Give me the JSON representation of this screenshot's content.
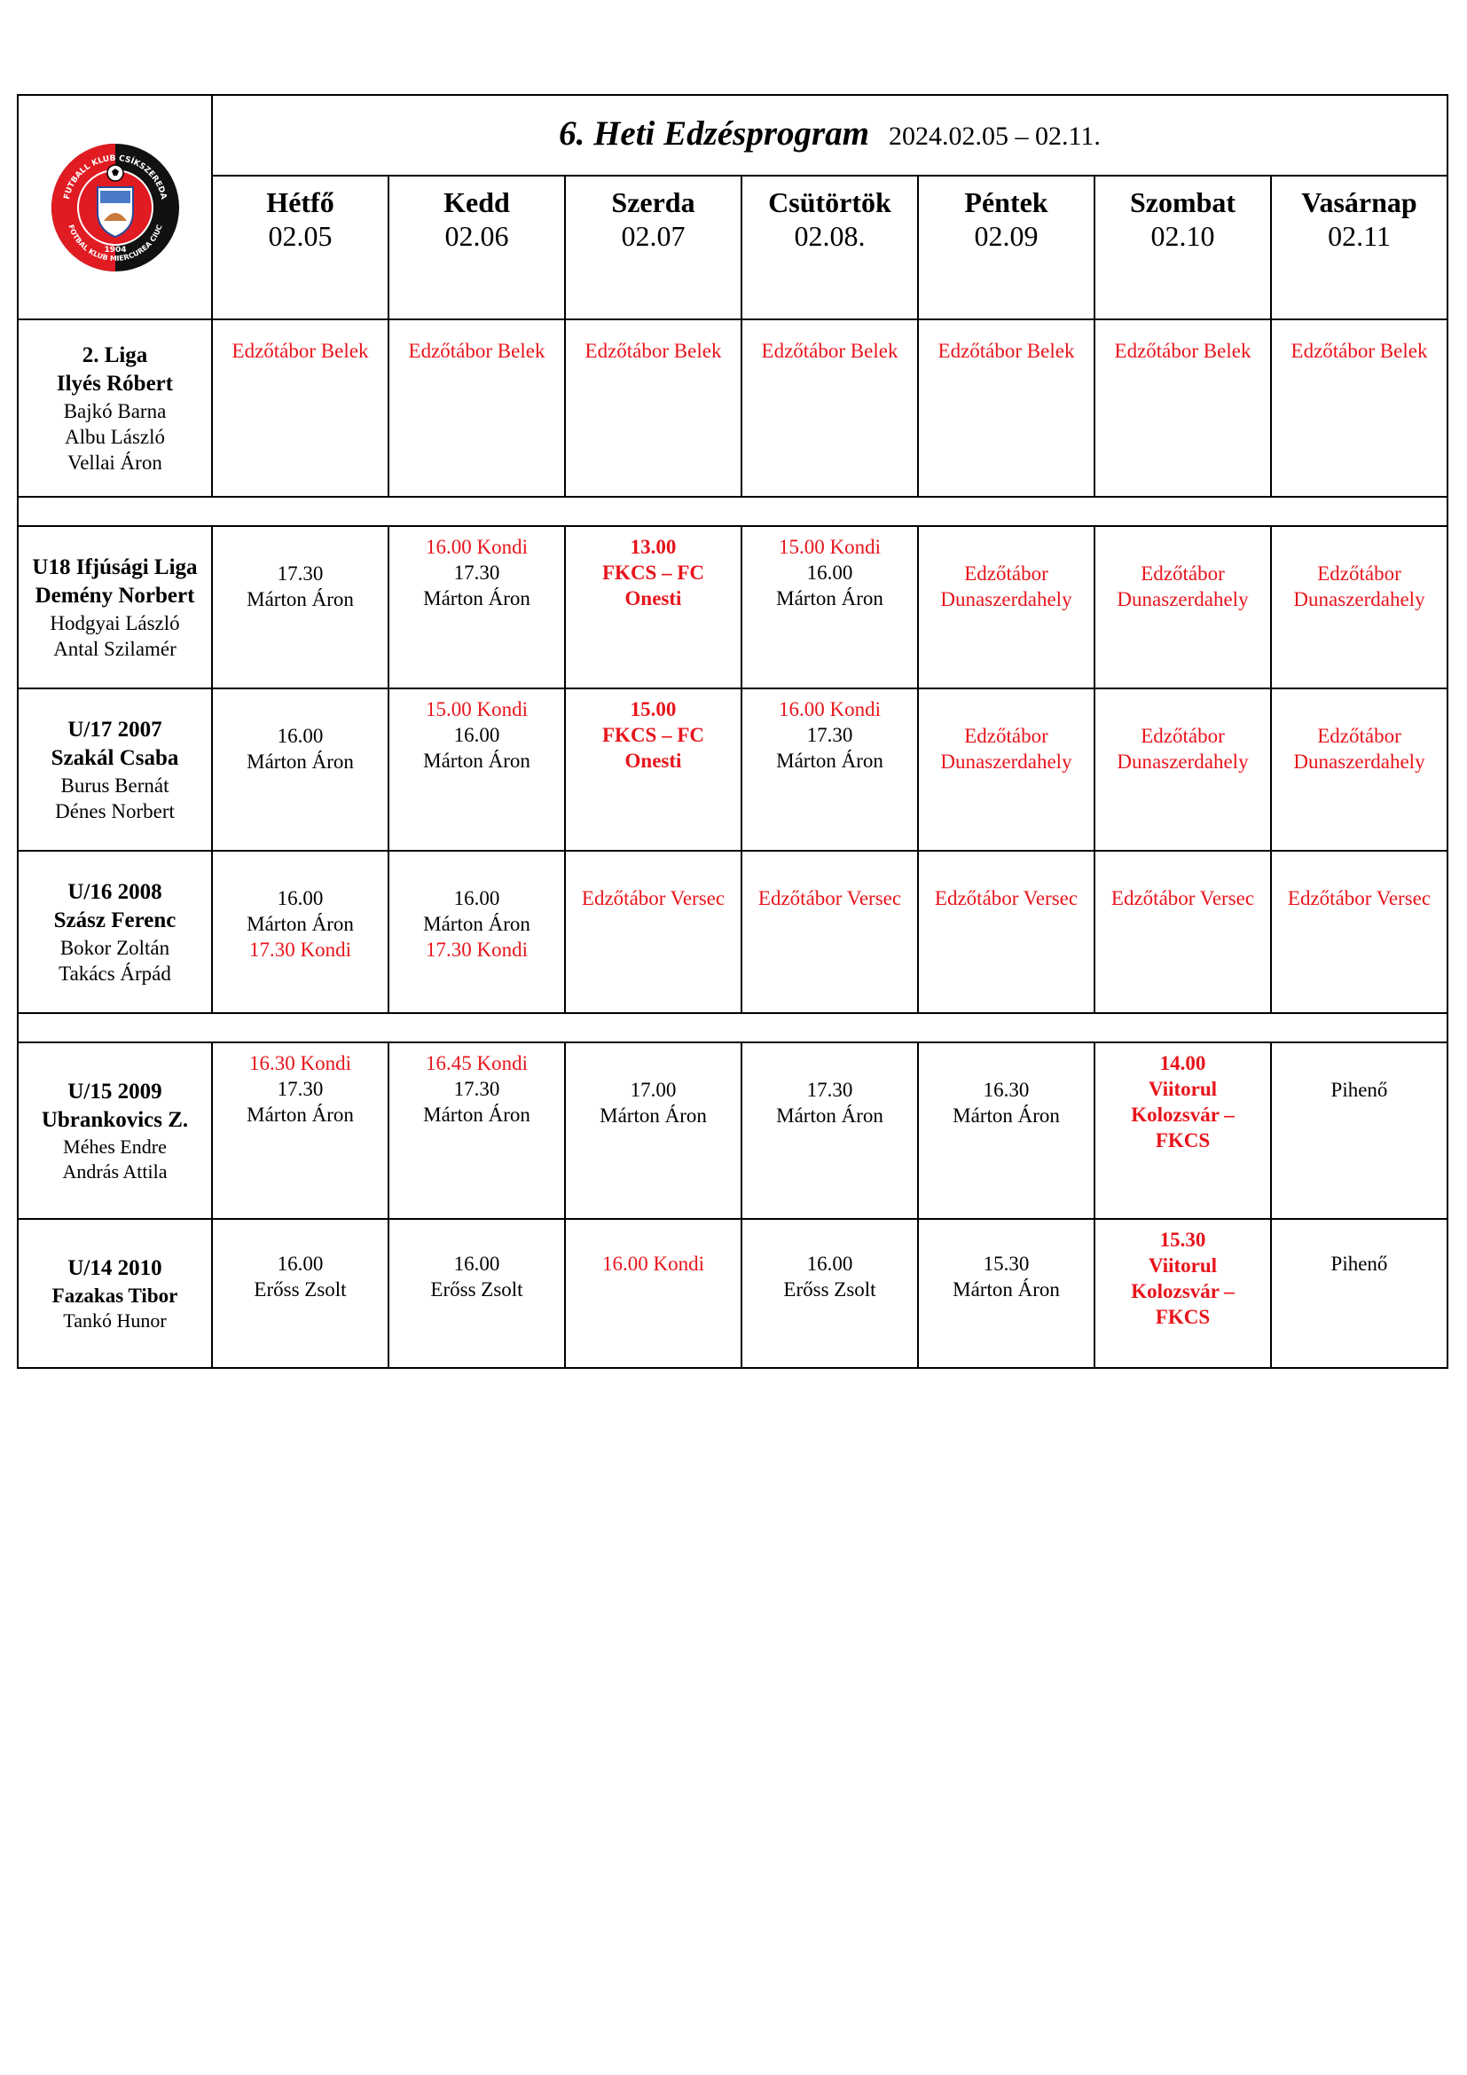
{
  "title": "6. Heti Edzésprogram",
  "date_range": "2024.02.05 – 02.11.",
  "logo": {
    "top_text": "FUTBALL KLUB CSÍKSZEREDA",
    "bottom_text": "FOTBAL KLUB MIERCUREA CIUC",
    "year": "1904",
    "colors": {
      "red": "#e11b22",
      "black": "#111111"
    }
  },
  "days": [
    {
      "name": "Hétfő",
      "date": "02.05"
    },
    {
      "name": "Kedd",
      "date": "02.06"
    },
    {
      "name": "Szerda",
      "date": "02.07"
    },
    {
      "name": "Csütörtök",
      "date": "02.08."
    },
    {
      "name": "Péntek",
      "date": "02.09"
    },
    {
      "name": "Szombat",
      "date": "02.10"
    },
    {
      "name": "Vasárnap",
      "date": "02.11"
    }
  ],
  "accent_color": "#e8141b",
  "teams": [
    {
      "lines": [
        {
          "t": "2. Liga",
          "bold": true,
          "big": true
        },
        {
          "t": "Ilyés Róbert",
          "bold": true,
          "big": true
        },
        {
          "t": "Bajkó Barna"
        },
        {
          "t": "Albu László"
        },
        {
          "t": "Vellai Áron"
        }
      ],
      "cells": [
        [
          {
            "t": "Edzőtábor Belek",
            "red": true
          }
        ],
        [
          {
            "t": "Edzőtábor Belek",
            "red": true
          }
        ],
        [
          {
            "t": "Edzőtábor Belek",
            "red": true
          }
        ],
        [
          {
            "t": "Edzőtábor Belek",
            "red": true
          }
        ],
        [
          {
            "t": "Edzőtábor Belek",
            "red": true
          }
        ],
        [
          {
            "t": "Edzőtábor Belek",
            "red": true
          }
        ],
        [
          {
            "t": "Edzőtábor Belek",
            "red": true
          }
        ]
      ]
    },
    {
      "lines": [
        {
          "t": "U18 Ifjúsági Liga",
          "bold": true,
          "big": true
        },
        {
          "t": "Demény Norbert",
          "bold": true,
          "big": true
        },
        {
          "t": "Hodgyai László"
        },
        {
          "t": "Antal Szilamér"
        }
      ],
      "cells": [
        [
          {
            "t": "17.30"
          },
          {
            "t": "Márton Áron"
          }
        ],
        [
          {
            "t": "16.00 Kondi",
            "red": true
          },
          {
            "t": "17.30"
          },
          {
            "t": "Márton Áron"
          }
        ],
        [
          {
            "t": "13.00",
            "red": true,
            "bold": true
          },
          {
            "t": "FKCS – FC",
            "red": true,
            "bold": true
          },
          {
            "t": "Onesti",
            "red": true,
            "bold": true
          }
        ],
        [
          {
            "t": "15.00 Kondi",
            "red": true
          },
          {
            "t": "16.00"
          },
          {
            "t": "Márton Áron"
          }
        ],
        [
          {
            "t": "Edzőtábor",
            "red": true
          },
          {
            "t": "Dunaszerdahely",
            "red": true
          }
        ],
        [
          {
            "t": "Edzőtábor",
            "red": true
          },
          {
            "t": "Dunaszerdahely",
            "red": true
          }
        ],
        [
          {
            "t": "Edzőtábor",
            "red": true
          },
          {
            "t": "Dunaszerdahely",
            "red": true
          }
        ]
      ]
    },
    {
      "lines": [
        {
          "t": "U/17 2007",
          "bold": true,
          "big": true
        },
        {
          "t": "Szakál Csaba",
          "bold": true,
          "big": true
        },
        {
          "t": "Burus Bernát"
        },
        {
          "t": "Dénes Norbert"
        }
      ],
      "cells": [
        [
          {
            "t": "16.00"
          },
          {
            "t": "Márton Áron"
          }
        ],
        [
          {
            "t": "15.00 Kondi",
            "red": true
          },
          {
            "t": "16.00"
          },
          {
            "t": "Márton Áron"
          }
        ],
        [
          {
            "t": "15.00",
            "red": true,
            "bold": true
          },
          {
            "t": "FKCS – FC",
            "red": true,
            "bold": true
          },
          {
            "t": "Onesti",
            "red": true,
            "bold": true
          }
        ],
        [
          {
            "t": "16.00 Kondi",
            "red": true
          },
          {
            "t": "17.30"
          },
          {
            "t": "Márton Áron"
          }
        ],
        [
          {
            "t": "Edzőtábor",
            "red": true
          },
          {
            "t": "Dunaszerdahely",
            "red": true
          }
        ],
        [
          {
            "t": "Edzőtábor",
            "red": true
          },
          {
            "t": "Dunaszerdahely",
            "red": true
          }
        ],
        [
          {
            "t": "Edzőtábor",
            "red": true
          },
          {
            "t": "Dunaszerdahely",
            "red": true
          }
        ]
      ]
    },
    {
      "lines": [
        {
          "t": "U/16 2008",
          "bold": true,
          "big": true
        },
        {
          "t": "Szász Ferenc",
          "bold": true,
          "big": true
        },
        {
          "t": "Bokor Zoltán"
        },
        {
          "t": "Takács Árpád"
        }
      ],
      "cells": [
        [
          {
            "t": "16.00"
          },
          {
            "t": "Márton Áron"
          },
          {
            "t": "17.30 Kondi",
            "red": true
          }
        ],
        [
          {
            "t": "16.00"
          },
          {
            "t": "Márton Áron"
          },
          {
            "t": "17.30 Kondi",
            "red": true
          }
        ],
        [
          {
            "t": "Edzőtábor Versec",
            "red": true
          }
        ],
        [
          {
            "t": "Edzőtábor Versec",
            "red": true
          }
        ],
        [
          {
            "t": "Edzőtábor Versec",
            "red": true
          }
        ],
        [
          {
            "t": "Edzőtábor Versec",
            "red": true
          }
        ],
        [
          {
            "t": "Edzőtábor Versec",
            "red": true
          }
        ]
      ]
    },
    {
      "lines": [
        {
          "t": "U/15 2009",
          "bold": true,
          "big": true
        },
        {
          "t": "Ubrankovics Z.",
          "bold": true,
          "big": true
        },
        {
          "t": "Méhes Endre",
          "small": true
        },
        {
          "t": "András Attila",
          "small": true
        }
      ],
      "cells": [
        [
          {
            "t": "16.30 Kondi",
            "red": true
          },
          {
            "t": "17.30"
          },
          {
            "t": "Márton Áron"
          }
        ],
        [
          {
            "t": "16.45 Kondi",
            "red": true
          },
          {
            "t": "17.30"
          },
          {
            "t": "Márton Áron"
          }
        ],
        [
          {
            "t": "17.00"
          },
          {
            "t": "Márton Áron"
          }
        ],
        [
          {
            "t": "17.30"
          },
          {
            "t": "Márton Áron"
          }
        ],
        [
          {
            "t": "16.30"
          },
          {
            "t": "Márton Áron"
          }
        ],
        [
          {
            "t": "14.00",
            "red": true,
            "bold": true
          },
          {
            "t": "Viitorul",
            "red": true,
            "bold": true
          },
          {
            "t": "Kolozsvár –",
            "red": true,
            "bold": true
          },
          {
            "t": "FKCS",
            "red": true,
            "bold": true
          }
        ],
        [
          {
            "t": "Pihenő"
          }
        ]
      ]
    },
    {
      "lines": [
        {
          "t": "U/14 2010",
          "bold": true,
          "big": true
        },
        {
          "t": "Fazakas Tibor",
          "bold": true
        },
        {
          "t": "Tankó Hunor",
          "small": true
        }
      ],
      "cells": [
        [
          {
            "t": "16.00"
          },
          {
            "t": "Erőss Zsolt"
          }
        ],
        [
          {
            "t": "16.00"
          },
          {
            "t": "Erőss Zsolt"
          }
        ],
        [
          {
            "t": "16.00 Kondi",
            "red": true
          }
        ],
        [
          {
            "t": "16.00"
          },
          {
            "t": "Erőss Zsolt"
          }
        ],
        [
          {
            "t": "15.30"
          },
          {
            "t": "Márton Áron"
          }
        ],
        [
          {
            "t": "15.30",
            "red": true,
            "bold": true
          },
          {
            "t": "Viitorul",
            "red": true,
            "bold": true
          },
          {
            "t": "Kolozsvár –",
            "red": true,
            "bold": true
          },
          {
            "t": "FKCS",
            "red": true,
            "bold": true
          }
        ],
        [
          {
            "t": "Pihenő"
          }
        ]
      ]
    }
  ]
}
